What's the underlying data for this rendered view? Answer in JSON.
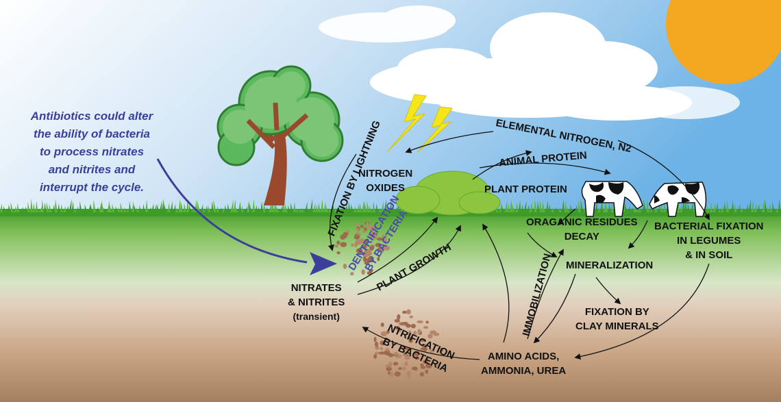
{
  "note": {
    "lines": [
      "Antibiotics could alter",
      "the ability of bacteria",
      "to process nitrates",
      "and nitrites and",
      "interrupt the cycle."
    ]
  },
  "labels": {
    "elemental_nitrogen": "ELEMENTAL NITROGEN, N2",
    "animal_protein": "ANIMAL PROTEIN",
    "plant_protein": "PLANT PROTEIN",
    "nitrogen_oxides_1": "NITROGEN",
    "nitrogen_oxides_2": "OXIDES",
    "fixation_lightning": "FIXATION BY LIGHTNING",
    "denitrification_1": "DENTRIFICATION",
    "denitrification_2": "BY BACTERIA",
    "plant_growth": "PLANT GROWTH",
    "nitrates_1": "NITRATES",
    "nitrates_2": "& NITRITES",
    "nitrates_3": "(transient)",
    "organic_residues_1": "ORAGANIC RESIDUES",
    "organic_residues_2": "DECAY",
    "bacterial_fixation_1": "BACTERIAL FIXATION",
    "bacterial_fixation_2": "IN LEGUMES",
    "bacterial_fixation_3": "& IN SOIL",
    "mineralization": "MINERALIZATION",
    "immobilization": "IMMOBILIZATION",
    "fixation_clay_1": "FIXATION BY",
    "fixation_clay_2": "CLAY MINERALS",
    "amino_acids_1": "AMINO ACIDS,",
    "amino_acids_2": "AMMONIA, UREA",
    "nitrification_1": "NTRIFICATION",
    "nitrification_2": "BY BACTERIA"
  },
  "colors": {
    "sky_top": "#7fb8e6",
    "sky_bottom": "#e6f1fa",
    "sun": "#f4a720",
    "grass": "#3f9a2a",
    "soil": "#b58f6c",
    "note_text": "#3b3f9a",
    "denitrification_text": "#4a4aa8"
  },
  "icons": [
    "sun-icon",
    "cloud-icon",
    "lightning-icon",
    "tree-icon",
    "bush-icon",
    "cow-icon",
    "bacteria-icon"
  ]
}
